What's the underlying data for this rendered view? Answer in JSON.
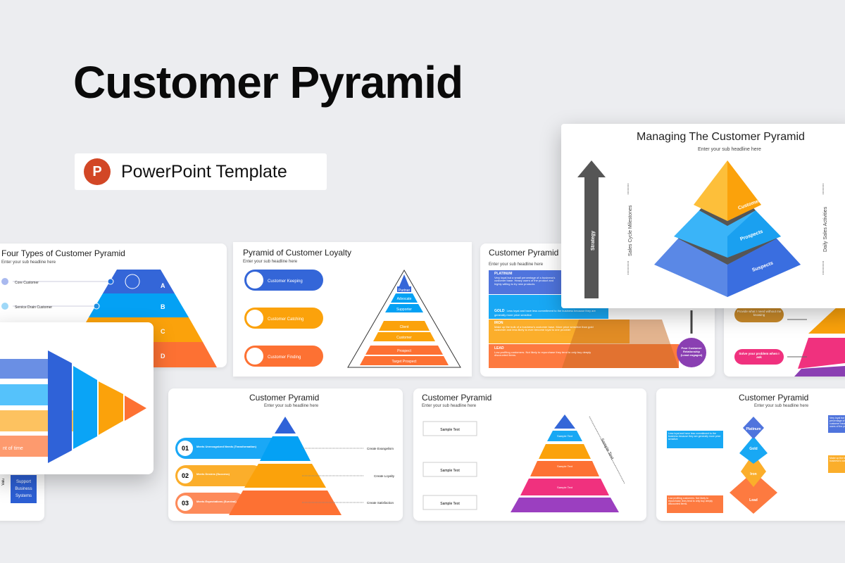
{
  "hero": {
    "title": "Customer Pyramid",
    "badge_label": "PowerPoint Template",
    "badge_icon": "powerpoint-icon",
    "accent": "#d24726"
  },
  "sub_headline": "Enter your sub headline here",
  "slide_four_types": {
    "title": "Four Types of Customer Pyramid",
    "items": [
      "Core Customer",
      "Service Drain Customer"
    ],
    "levels": [
      "A",
      "B",
      "C",
      "D"
    ]
  },
  "slide_loyalty": {
    "title": "Pyramid of Customer Loyalty",
    "buttons": [
      "Customer Keeping",
      "Customer Catching",
      "Customer Finding"
    ],
    "levels": [
      "Partner",
      "Advocate",
      "Supporter",
      "Client",
      "Customer",
      "Prospect",
      "Target Prospect"
    ]
  },
  "slide_tiers": {
    "title": "Customer Pyramid",
    "tiers": [
      {
        "name": "PLATINUM",
        "text": "Very loyal but a small percentage of a business's customer base. Heavy users of the product and highly willing to try new products"
      },
      {
        "name": "GOLD",
        "text": "Less loyal and have less commitment to the business because they are generally more price sensitive"
      },
      {
        "name": "IRON",
        "text": "Make up the bulk of a business's customer base. More price sensitive than gold customer and less likely to ever become loyal to one provider"
      },
      {
        "name": "LEAD",
        "text": "Low profiting customers. Not likely to repurchase they tend to only buy deeply discounted items."
      }
    ],
    "circle": "Poor Customer Relationship (Least engaged)"
  },
  "slide_needs_right": {
    "items": [
      "Provide what I need without me knowing",
      "Solve your problem when I ask"
    ]
  },
  "slide_managing": {
    "title": "Managing The Customer Pyramid",
    "arrow_label": "Strategy",
    "left_label": "Sales Cycle Milestones",
    "right_label": "Daily Sales Activities",
    "levels": [
      "Customers",
      "Prospects",
      "Suspects"
    ]
  },
  "slide_arrow": {
    "text": "nt of time"
  },
  "slide_small": {
    "left_label": "Valu",
    "box": "Support Business Systems"
  },
  "slide_puzzle": {
    "title": "Customer Pyramid",
    "rows": [
      {
        "num": "01",
        "text": "Meets Unrecognized Needs (Transformation)",
        "result": "Create Evangelism"
      },
      {
        "num": "02",
        "text": "Meets Desires (Success)",
        "result": "Create Loyalty"
      },
      {
        "num": "03",
        "text": "Meets Expectations (Survival)",
        "result": "Create Satisfaction"
      }
    ]
  },
  "slide_sample": {
    "title": "Customer Pyramid",
    "left": [
      "Sample Text",
      "Sample Text",
      "Sample Text"
    ],
    "cell": "Sample Text",
    "side": "Sample Text"
  },
  "slide_layers": {
    "title": "Customer Pyramid",
    "levels": [
      "Platinum",
      "Gold",
      "Iron",
      "Lead"
    ],
    "notes": [
      "Less loyal and have less commitment to the business because they are generally more price sensitive",
      "Low profiting customers. Not likely to repurchase, they tend to only buy deeply discounted items.",
      "Very loyal but a small percentage of a business's customer base. Heavy users of the product",
      "Make up the bulk of a business's customer base"
    ]
  }
}
